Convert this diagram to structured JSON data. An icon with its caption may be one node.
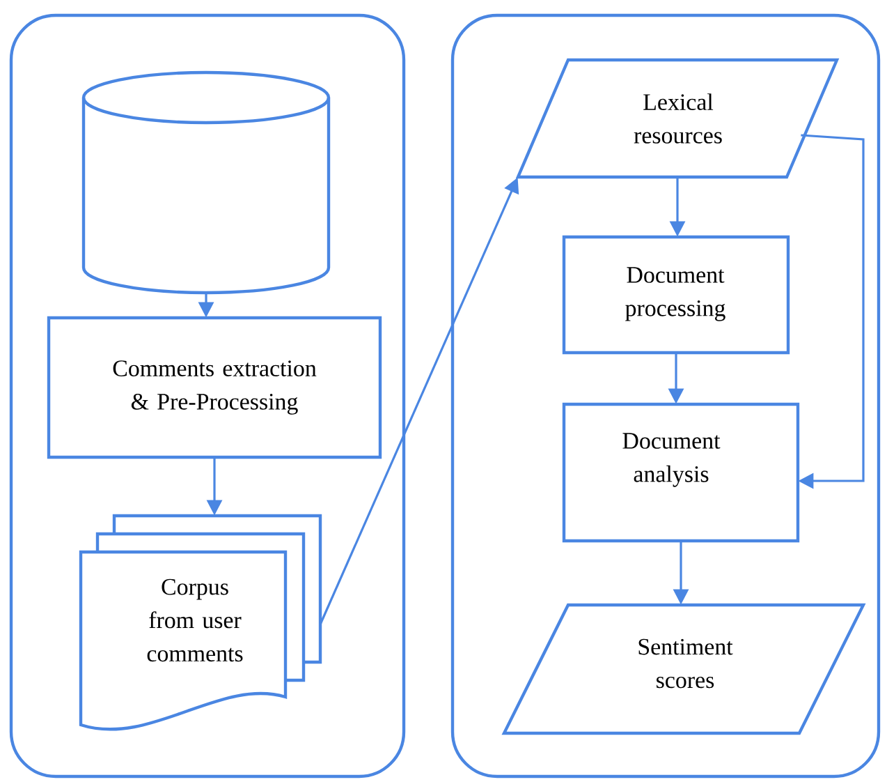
{
  "diagram": {
    "nodes": [
      {
        "text": [],
        "shape": "box"
      },
      {
        "text": [],
        "shape": "box"
      },
      {
        "text": [],
        "shape": "cylinder",
        "in": 0
      },
      {
        "text": [
          "Comments extraction & Pre-Processing"
        ],
        "in": 0
      },
      {
        "text": [
          "Corpus from user comments"
        ],
        "in": 0
      },
      {
        "text": [
          "Lexical resources"
        ],
        "in": 1
      },
      {
        "text": [
          "Document processing"
        ],
        "in": 1
      },
      {
        "text": [
          "Document analysis"
        ],
        "in": 1
      },
      {
        "text": [
          "Sentiment scores"
        ],
        "in": 1
      }
    ],
    "edges": [
      {
        "from": 2,
        "to": 3,
        "arrow": "to"
      },
      {
        "from": 3,
        "to": 4,
        "arrow": "to"
      },
      {
        "from": 4,
        "to": 5,
        "arrow": "to"
      },
      {
        "from": 5,
        "to": 6,
        "arrow": "to"
      },
      {
        "from": 6,
        "to": 7,
        "arrow": "to"
      },
      {
        "from": 5,
        "to": 7,
        "arrow": "to"
      },
      {
        "from": 7,
        "to": 8,
        "arrow": "to"
      }
    ]
  }
}
